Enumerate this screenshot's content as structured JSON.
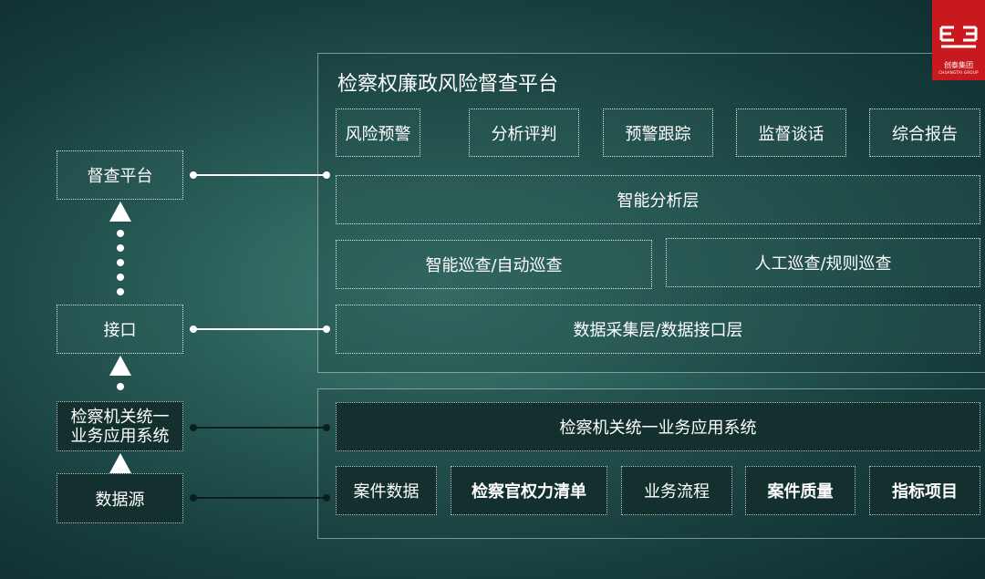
{
  "platform": {
    "title": "检察权廉政风险督查平台",
    "functions": [
      "风险预警",
      "分析评判",
      "预警跟踪",
      "监督谈话",
      "综合报告"
    ],
    "analysis_layer": "智能分析层",
    "patrol": [
      "智能巡查/自动巡查",
      "人工巡查/规则巡查"
    ],
    "data_layer": "数据采集层/数据接口层"
  },
  "business": {
    "system": "检察机关统一业务应用系统",
    "items": [
      "案件数据",
      "检察官权力清单",
      "业务流程",
      "案件质量",
      "指标项目"
    ]
  },
  "left": {
    "supervision": "督查平台",
    "interface": "接口",
    "system_line1": "检察机关统一",
    "system_line2": "业务应用系统",
    "source": "数据源"
  },
  "logo": {
    "text": "创泰集团",
    "sub": "CHUANGTAI GROUP",
    "color": "#c7191e"
  }
}
